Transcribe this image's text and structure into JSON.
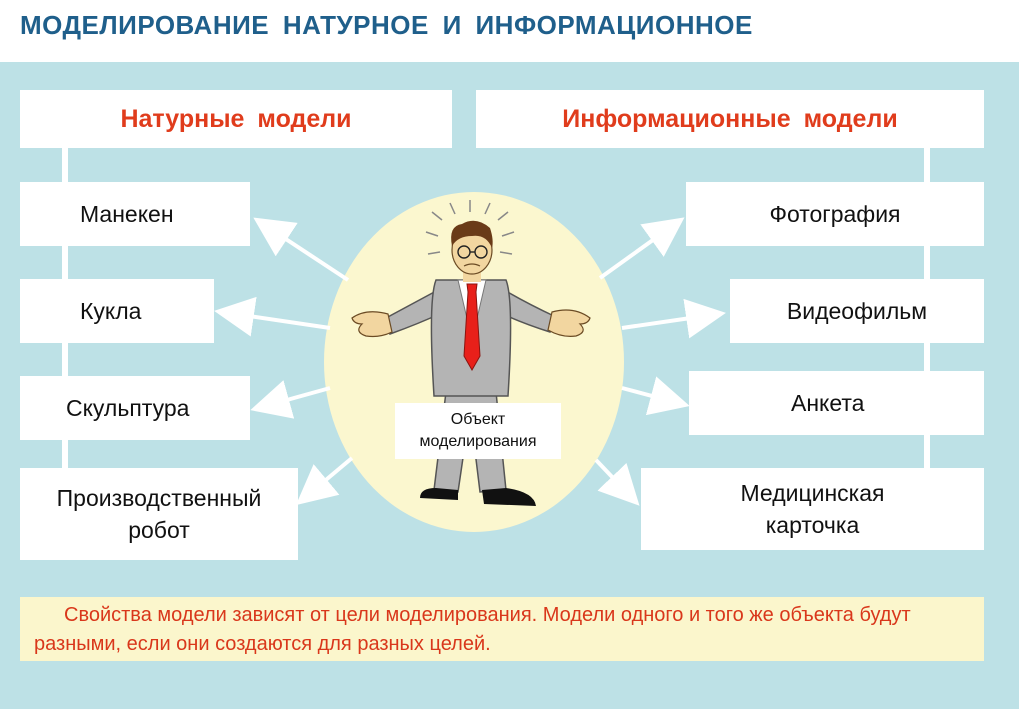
{
  "title": "МОДЕЛИРОВАНИЕ  НАТУРНОЕ  И  ИНФОРМАЦИОННОЕ",
  "left_header": "Натурные  модели",
  "right_header": "Информационные  модели",
  "left_items": [
    "Манекен",
    "Кукла",
    "Скульптура",
    "Производственный\nробот"
  ],
  "right_items": [
    "Фотография",
    "Видеофильм",
    "Анкета",
    "Медицинская\nкарточка"
  ],
  "center_label": "Объект\nмоделирования",
  "center_icon": "businessman-shrugging-illustration",
  "note": "Свойства модели зависят от цели моделирования. Модели одного и того же объекта будут разными, если они создаются для разных целей.",
  "colors": {
    "title": "#1f5f8b",
    "header_text": "#e03c1c",
    "panel": "#bde1e6",
    "ellipse": "#fbf7cf",
    "note_bg": "#fbf6cc",
    "note_text": "#d9371b"
  }
}
